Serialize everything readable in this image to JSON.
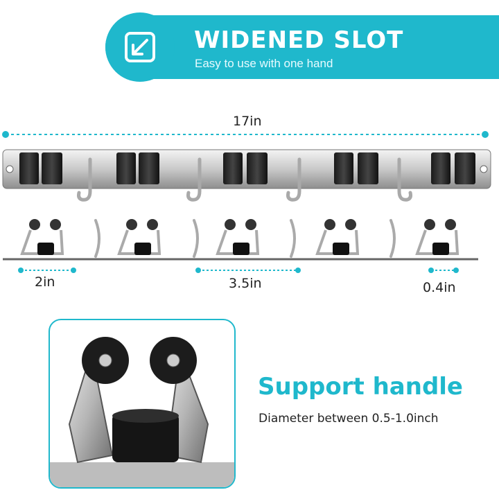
{
  "header": {
    "title": "WIDENED SLOT",
    "subtitle": "Easy to use with one hand",
    "icon": "resize-arrow-icon",
    "accent": "#1fb8cc"
  },
  "dimensions": {
    "total_length": "17in",
    "end_spacing": "2in",
    "hook_spacing": "3.5in",
    "thickness": "0.4in"
  },
  "feature": {
    "title": "Support handle",
    "description": "Diameter between 0.5-1.0inch"
  }
}
